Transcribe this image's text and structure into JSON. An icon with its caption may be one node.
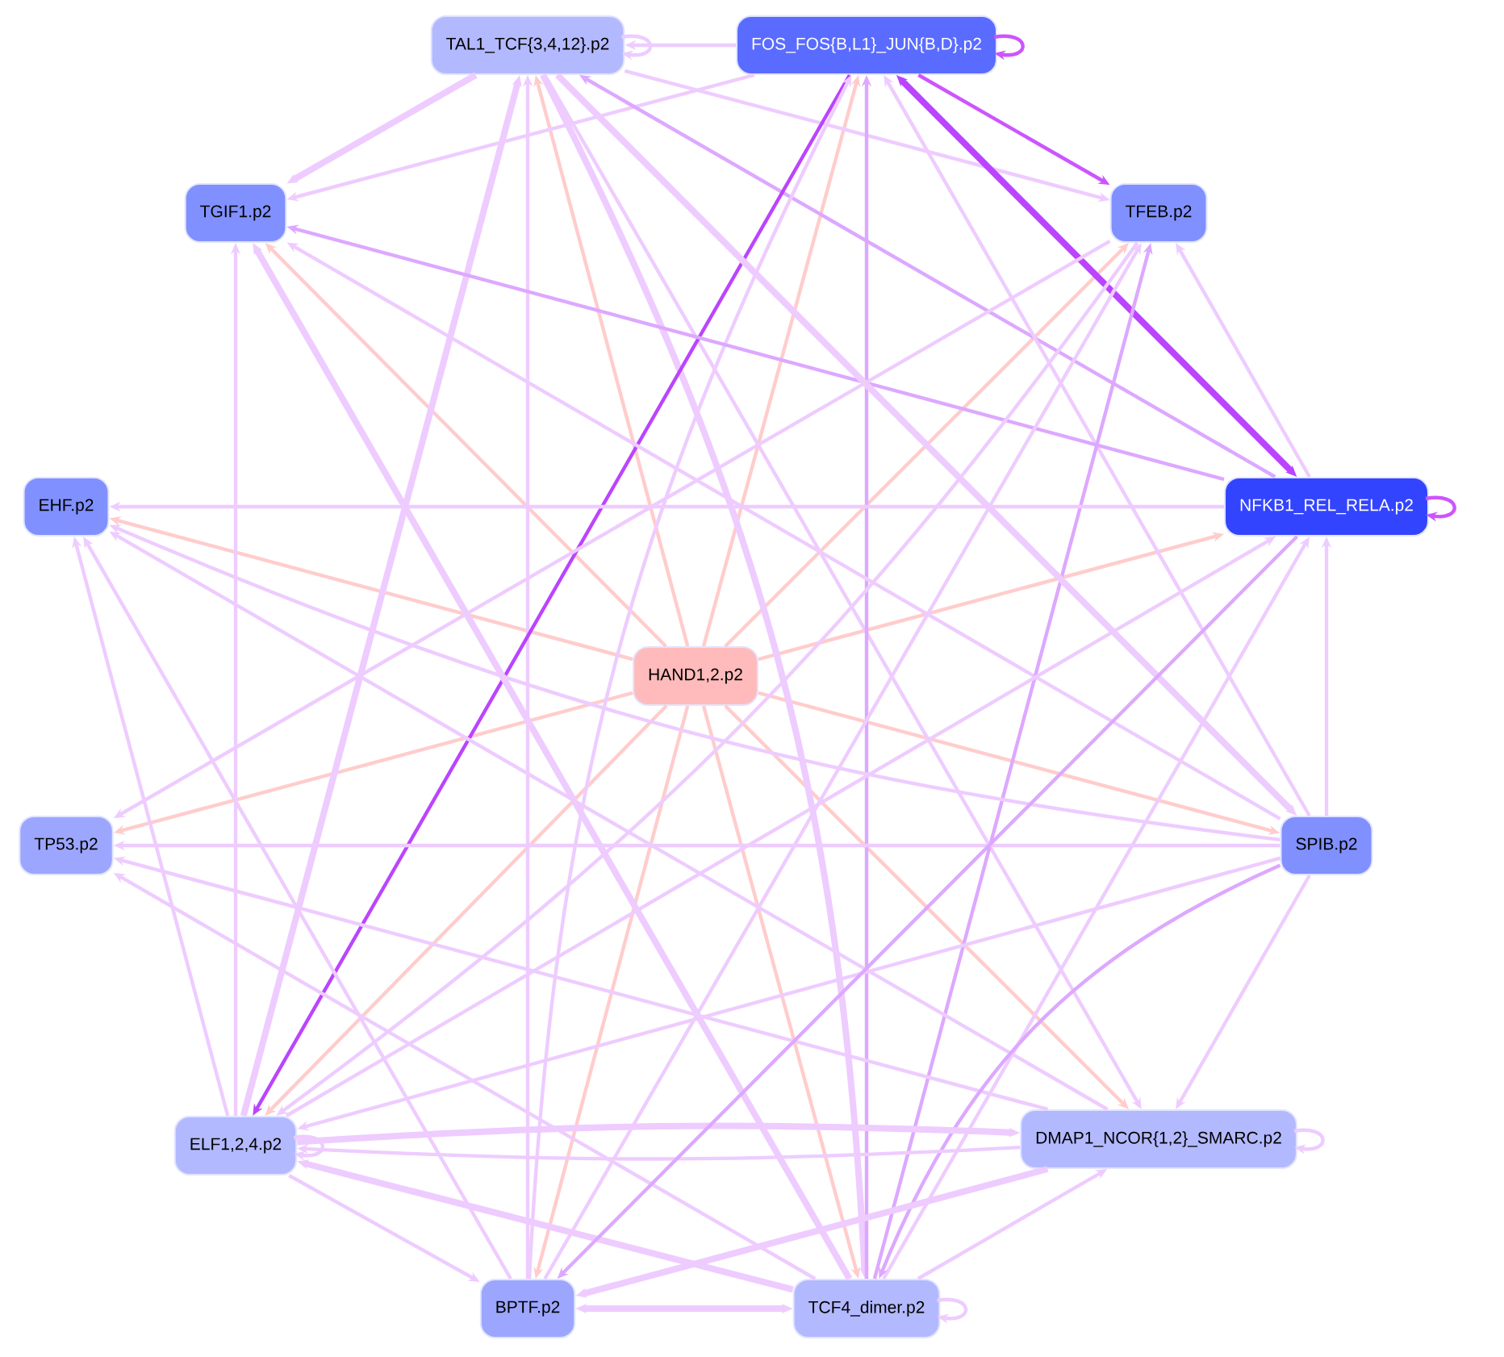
{
  "diagram": {
    "nodes": [
      {
        "text": [
          "TAL1_TCF{3,4,12}.p2"
        ]
      },
      {
        "text": [
          "FOS_FOS{B,L1}_JUN{B,D}.p2"
        ]
      },
      {
        "text": [
          "TGIF1.p2"
        ]
      },
      {
        "text": [
          "TFEB.p2"
        ]
      },
      {
        "text": [
          "EHF.p2"
        ]
      },
      {
        "text": [
          "NFKB1_REL_RELA.p2"
        ]
      },
      {
        "text": [
          "HAND1,2.p2"
        ]
      },
      {
        "text": [
          "TP53.p2"
        ]
      },
      {
        "text": [
          "SPIB.p2"
        ]
      },
      {
        "text": [
          "ELF1,2,4.p2"
        ]
      },
      {
        "text": [
          "DMAP1_NCOR{1,2}_SMARC.p2"
        ]
      },
      {
        "text": [
          "BPTF.p2"
        ]
      },
      {
        "text": [
          "TCF4_dimer.p2"
        ]
      }
    ],
    "edges": [
      {
        "from": 6,
        "to": 2,
        "arrow": "to",
        "color": "#ffcccc"
      },
      {
        "from": 6,
        "to": 0,
        "arrow": "to",
        "color": "#ffcccc"
      },
      {
        "from": 6,
        "to": 1,
        "arrow": "to",
        "color": "#ffcccc"
      },
      {
        "from": 6,
        "to": 3,
        "arrow": "to",
        "color": "#ffcccc"
      },
      {
        "from": 6,
        "to": 5,
        "arrow": "to",
        "color": "#ffcccc"
      },
      {
        "from": 6,
        "to": 4,
        "arrow": "to",
        "color": "#ffcccc"
      },
      {
        "from": 6,
        "to": 7,
        "arrow": "to",
        "color": "#ffcccc"
      },
      {
        "from": 6,
        "to": 8,
        "arrow": "to",
        "color": "#ffcccc"
      },
      {
        "from": 6,
        "to": 9,
        "arrow": "to",
        "color": "#ffcccc"
      },
      {
        "from": 6,
        "to": 10,
        "arrow": "to",
        "color": "#ffcccc"
      },
      {
        "from": 6,
        "to": 11,
        "arrow": "to",
        "color": "#ffcccc"
      },
      {
        "from": 6,
        "to": 12,
        "arrow": "to",
        "color": "#ffcccc"
      },
      {
        "from": 1,
        "to": 1,
        "arrow": "to",
        "color": "#cc55ff"
      },
      {
        "from": 5,
        "to": 5,
        "arrow": "to",
        "color": "#cc55ff"
      },
      {
        "from": 10,
        "to": 10,
        "arrow": "to"
      },
      {
        "from": 12,
        "to": 12,
        "arrow": "to"
      },
      {
        "from": 9,
        "to": 9,
        "arrow": "to"
      },
      {
        "from": 1,
        "to": 0,
        "arrow": "to"
      },
      {
        "from": 0,
        "to": 0,
        "arrow": "to"
      },
      {
        "from": 0,
        "to": 2,
        "arrow": "to",
        "style": "thick"
      },
      {
        "from": 1,
        "to": 2,
        "arrow": "to"
      },
      {
        "from": 0,
        "to": 3,
        "arrow": "to"
      },
      {
        "from": 5,
        "to": 0,
        "arrow": "to",
        "color": "#dda8ff"
      },
      {
        "from": 9,
        "to": 0,
        "arrow": "to",
        "style": "thick"
      },
      {
        "from": 11,
        "to": 0,
        "arrow": "to"
      },
      {
        "from": 0,
        "to": 12,
        "arrow": "to",
        "style": "thick"
      },
      {
        "from": 0,
        "to": 10,
        "arrow": "to"
      },
      {
        "from": 1,
        "to": 3,
        "arrow": "to",
        "color": "#cc55ff"
      },
      {
        "from": 5,
        "to": 1,
        "arrow": "both",
        "color": "#bb44ff",
        "style": "thick"
      },
      {
        "from": 1,
        "to": 9,
        "arrow": "to",
        "color": "#bb44ff"
      },
      {
        "from": 12,
        "to": 1,
        "arrow": "to",
        "color": "#dda8ff"
      },
      {
        "from": 11,
        "to": 1,
        "arrow": "to"
      },
      {
        "from": 8,
        "to": 1,
        "arrow": "to"
      },
      {
        "from": 9,
        "to": 2,
        "arrow": "to"
      },
      {
        "from": 12,
        "to": 2,
        "arrow": "to",
        "style": "thick"
      },
      {
        "from": 5,
        "to": 2,
        "arrow": "to",
        "color": "#dda8ff"
      },
      {
        "from": 8,
        "to": 2,
        "arrow": "to"
      },
      {
        "from": 3,
        "to": 7,
        "arrow": "to"
      },
      {
        "from": 3,
        "to": 9,
        "arrow": "to"
      },
      {
        "from": 12,
        "to": 3,
        "arrow": "to",
        "color": "#dda8ff"
      },
      {
        "from": 11,
        "to": 3,
        "arrow": "to"
      },
      {
        "from": 5,
        "to": 3,
        "arrow": "to"
      },
      {
        "from": 5,
        "to": 4,
        "arrow": "to"
      },
      {
        "from": 8,
        "to": 4,
        "arrow": "to"
      },
      {
        "from": 9,
        "to": 4,
        "arrow": "to"
      },
      {
        "from": 11,
        "to": 4,
        "arrow": "to"
      },
      {
        "from": 10,
        "to": 4,
        "arrow": "to"
      },
      {
        "from": 8,
        "to": 5,
        "arrow": "to"
      },
      {
        "from": 12,
        "to": 5,
        "arrow": "to"
      },
      {
        "from": 9,
        "to": 5,
        "arrow": "to"
      },
      {
        "from": 8,
        "to": 7,
        "arrow": "to"
      },
      {
        "from": 10,
        "to": 7,
        "arrow": "to"
      },
      {
        "from": 12,
        "to": 7,
        "arrow": "to"
      },
      {
        "from": 8,
        "to": 10,
        "arrow": "to"
      },
      {
        "from": 8,
        "to": 9,
        "arrow": "to"
      },
      {
        "from": 8,
        "to": 12,
        "arrow": "to",
        "color": "#dda8ff"
      },
      {
        "from": 0,
        "to": 8,
        "arrow": "to",
        "style": "thick"
      },
      {
        "from": 9,
        "to": 10,
        "arrow": "to",
        "style": "thick"
      },
      {
        "from": 10,
        "to": 9,
        "arrow": "to"
      },
      {
        "from": 12,
        "to": 9,
        "arrow": "to",
        "style": "thick"
      },
      {
        "from": 9,
        "to": 11,
        "arrow": "to"
      },
      {
        "from": 11,
        "to": 12,
        "arrow": "both",
        "style": "thick"
      },
      {
        "from": 10,
        "to": 11,
        "arrow": "to",
        "style": "thick"
      },
      {
        "from": 5,
        "to": 11,
        "arrow": "to",
        "color": "#dda8ff"
      },
      {
        "from": 12,
        "to": 10,
        "arrow": "to"
      }
    ]
  }
}
